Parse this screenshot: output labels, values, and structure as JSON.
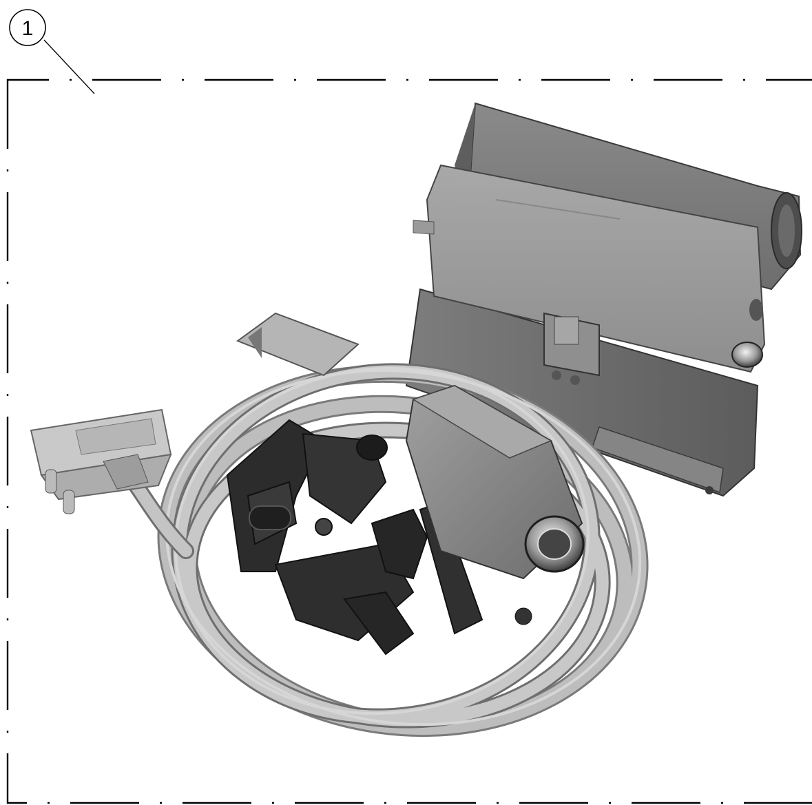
{
  "callouts": [
    {
      "label": "1"
    }
  ],
  "figure": {
    "subject": "cable-kit-photo",
    "boundary_style": "dash-dot",
    "colors": {
      "ink": "#000000",
      "background": "#ffffff"
    }
  }
}
